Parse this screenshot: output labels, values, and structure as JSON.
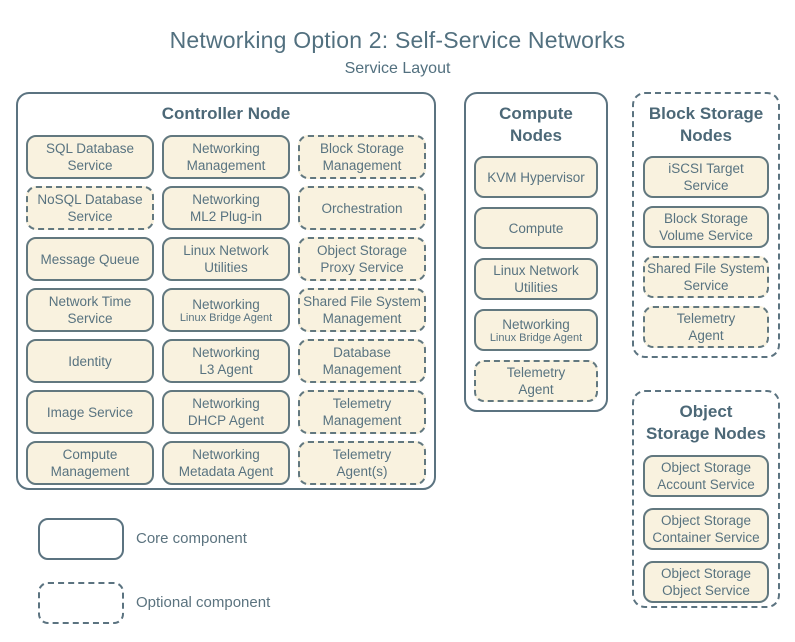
{
  "header": {
    "title": "Networking Option 2: Self-Service Networks",
    "subtitle": "Service Layout"
  },
  "colors": {
    "background": "#ffffff",
    "outline": "#5B7380",
    "service_fill": "#F9F2DF",
    "text": "#587380",
    "heading_text": "#4C6877"
  },
  "legend": {
    "core_label": "Core component",
    "optional_label": "Optional component"
  },
  "sections": [
    {
      "id": "controller",
      "title": "Controller Node",
      "border": "solid",
      "services": [
        {
          "label": "SQL Database\nService",
          "style": "core"
        },
        {
          "label": "Networking\nManagement",
          "style": "core"
        },
        {
          "label": "Block Storage\nManagement",
          "style": "optional"
        },
        {
          "label": "NoSQL Database\nService",
          "style": "optional"
        },
        {
          "label": "Networking\nML2 Plug-in",
          "style": "core"
        },
        {
          "label": "Orchestration",
          "style": "optional"
        },
        {
          "label": "Message Queue",
          "style": "core"
        },
        {
          "label": "Linux Network\nUtilities",
          "style": "core"
        },
        {
          "label": "Object Storage\nProxy Service",
          "style": "optional"
        },
        {
          "label": "Network Time\nService",
          "style": "core"
        },
        {
          "label": "Networking",
          "sublabel": "Linux Bridge Agent",
          "style": "core"
        },
        {
          "label": "Shared File System\nManagement",
          "style": "optional"
        },
        {
          "label": "Identity",
          "style": "core"
        },
        {
          "label": "Networking\nL3 Agent",
          "style": "core"
        },
        {
          "label": "Database\nManagement",
          "style": "optional"
        },
        {
          "label": "Image Service",
          "style": "core"
        },
        {
          "label": "Networking\nDHCP Agent",
          "style": "core"
        },
        {
          "label": "Telemetry\nManagement",
          "style": "optional"
        },
        {
          "label": "Compute\nManagement",
          "style": "core"
        },
        {
          "label": "Networking\nMetadata Agent",
          "style": "core"
        },
        {
          "label": "Telemetry\nAgent(s)",
          "style": "optional"
        }
      ]
    },
    {
      "id": "compute",
      "title": "Compute\nNodes",
      "border": "solid",
      "services": [
        {
          "label": "KVM Hypervisor",
          "style": "core"
        },
        {
          "label": "Compute",
          "style": "core"
        },
        {
          "label": "Linux Network\nUtilities",
          "style": "core"
        },
        {
          "label": "Networking",
          "sublabel": "Linux Bridge Agent",
          "style": "core"
        },
        {
          "label": "Telemetry\nAgent",
          "style": "optional"
        }
      ]
    },
    {
      "id": "blockstorage",
      "title": "Block Storage\nNodes",
      "border": "dashed",
      "services": [
        {
          "label": "iSCSI Target\nService",
          "style": "core"
        },
        {
          "label": "Block Storage\nVolume Service",
          "style": "core"
        },
        {
          "label": "Shared File System\nService",
          "style": "optional"
        },
        {
          "label": "Telemetry\nAgent",
          "style": "optional"
        }
      ]
    },
    {
      "id": "objectstorage",
      "title": "Object\nStorage Nodes",
      "border": "dashed",
      "services": [
        {
          "label": "Object Storage\nAccount Service",
          "style": "core"
        },
        {
          "label": "Object Storage\nContainer Service",
          "style": "core"
        },
        {
          "label": "Object Storage\nObject Service",
          "style": "core"
        }
      ]
    }
  ]
}
